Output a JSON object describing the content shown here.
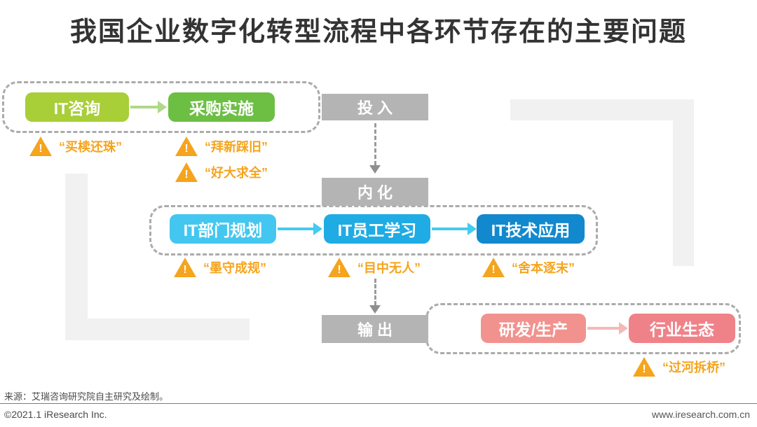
{
  "title": "我国企业数字化转型流程中各环节存在的主要问题",
  "stages": {
    "input": "投入",
    "internalize": "内化",
    "output": "输出"
  },
  "consult_group": {
    "boxes": [
      {
        "label": "IT咨询"
      },
      {
        "label": "采购实施"
      }
    ],
    "warnings": [
      {
        "label": "“买椟还珠”"
      },
      {
        "label": "“拜新踩旧”"
      },
      {
        "label": "“好大求全”"
      }
    ]
  },
  "internal_group": {
    "boxes": [
      {
        "label": "IT部门规划"
      },
      {
        "label": "IT员工学习"
      },
      {
        "label": "IT技术应用"
      }
    ],
    "warnings": [
      {
        "label": "“墨守成规”"
      },
      {
        "label": "“目中无人”"
      },
      {
        "label": "“舍本逐末”"
      }
    ]
  },
  "output_group": {
    "boxes": [
      {
        "label": "研发/生产"
      },
      {
        "label": "行业生态"
      }
    ],
    "warnings": [
      {
        "label": "“过河拆桥”"
      }
    ]
  },
  "footer": {
    "source": "来源：艾瑞咨询研究院自主研究及绘制。",
    "copyright": "©2021.1 iResearch Inc.",
    "website": "www.iresearch.com.cn"
  },
  "colors": {
    "green_light": "#A8CE38",
    "green": "#6CBF43",
    "blue_light": "#43C7F0",
    "blue_mid": "#1FABE4",
    "blue_dark": "#1289CE",
    "pink_light": "#F2928F",
    "pink": "#EF8289",
    "gray_stage": "#B4B4B4",
    "warning_orange": "#F5A41E"
  }
}
